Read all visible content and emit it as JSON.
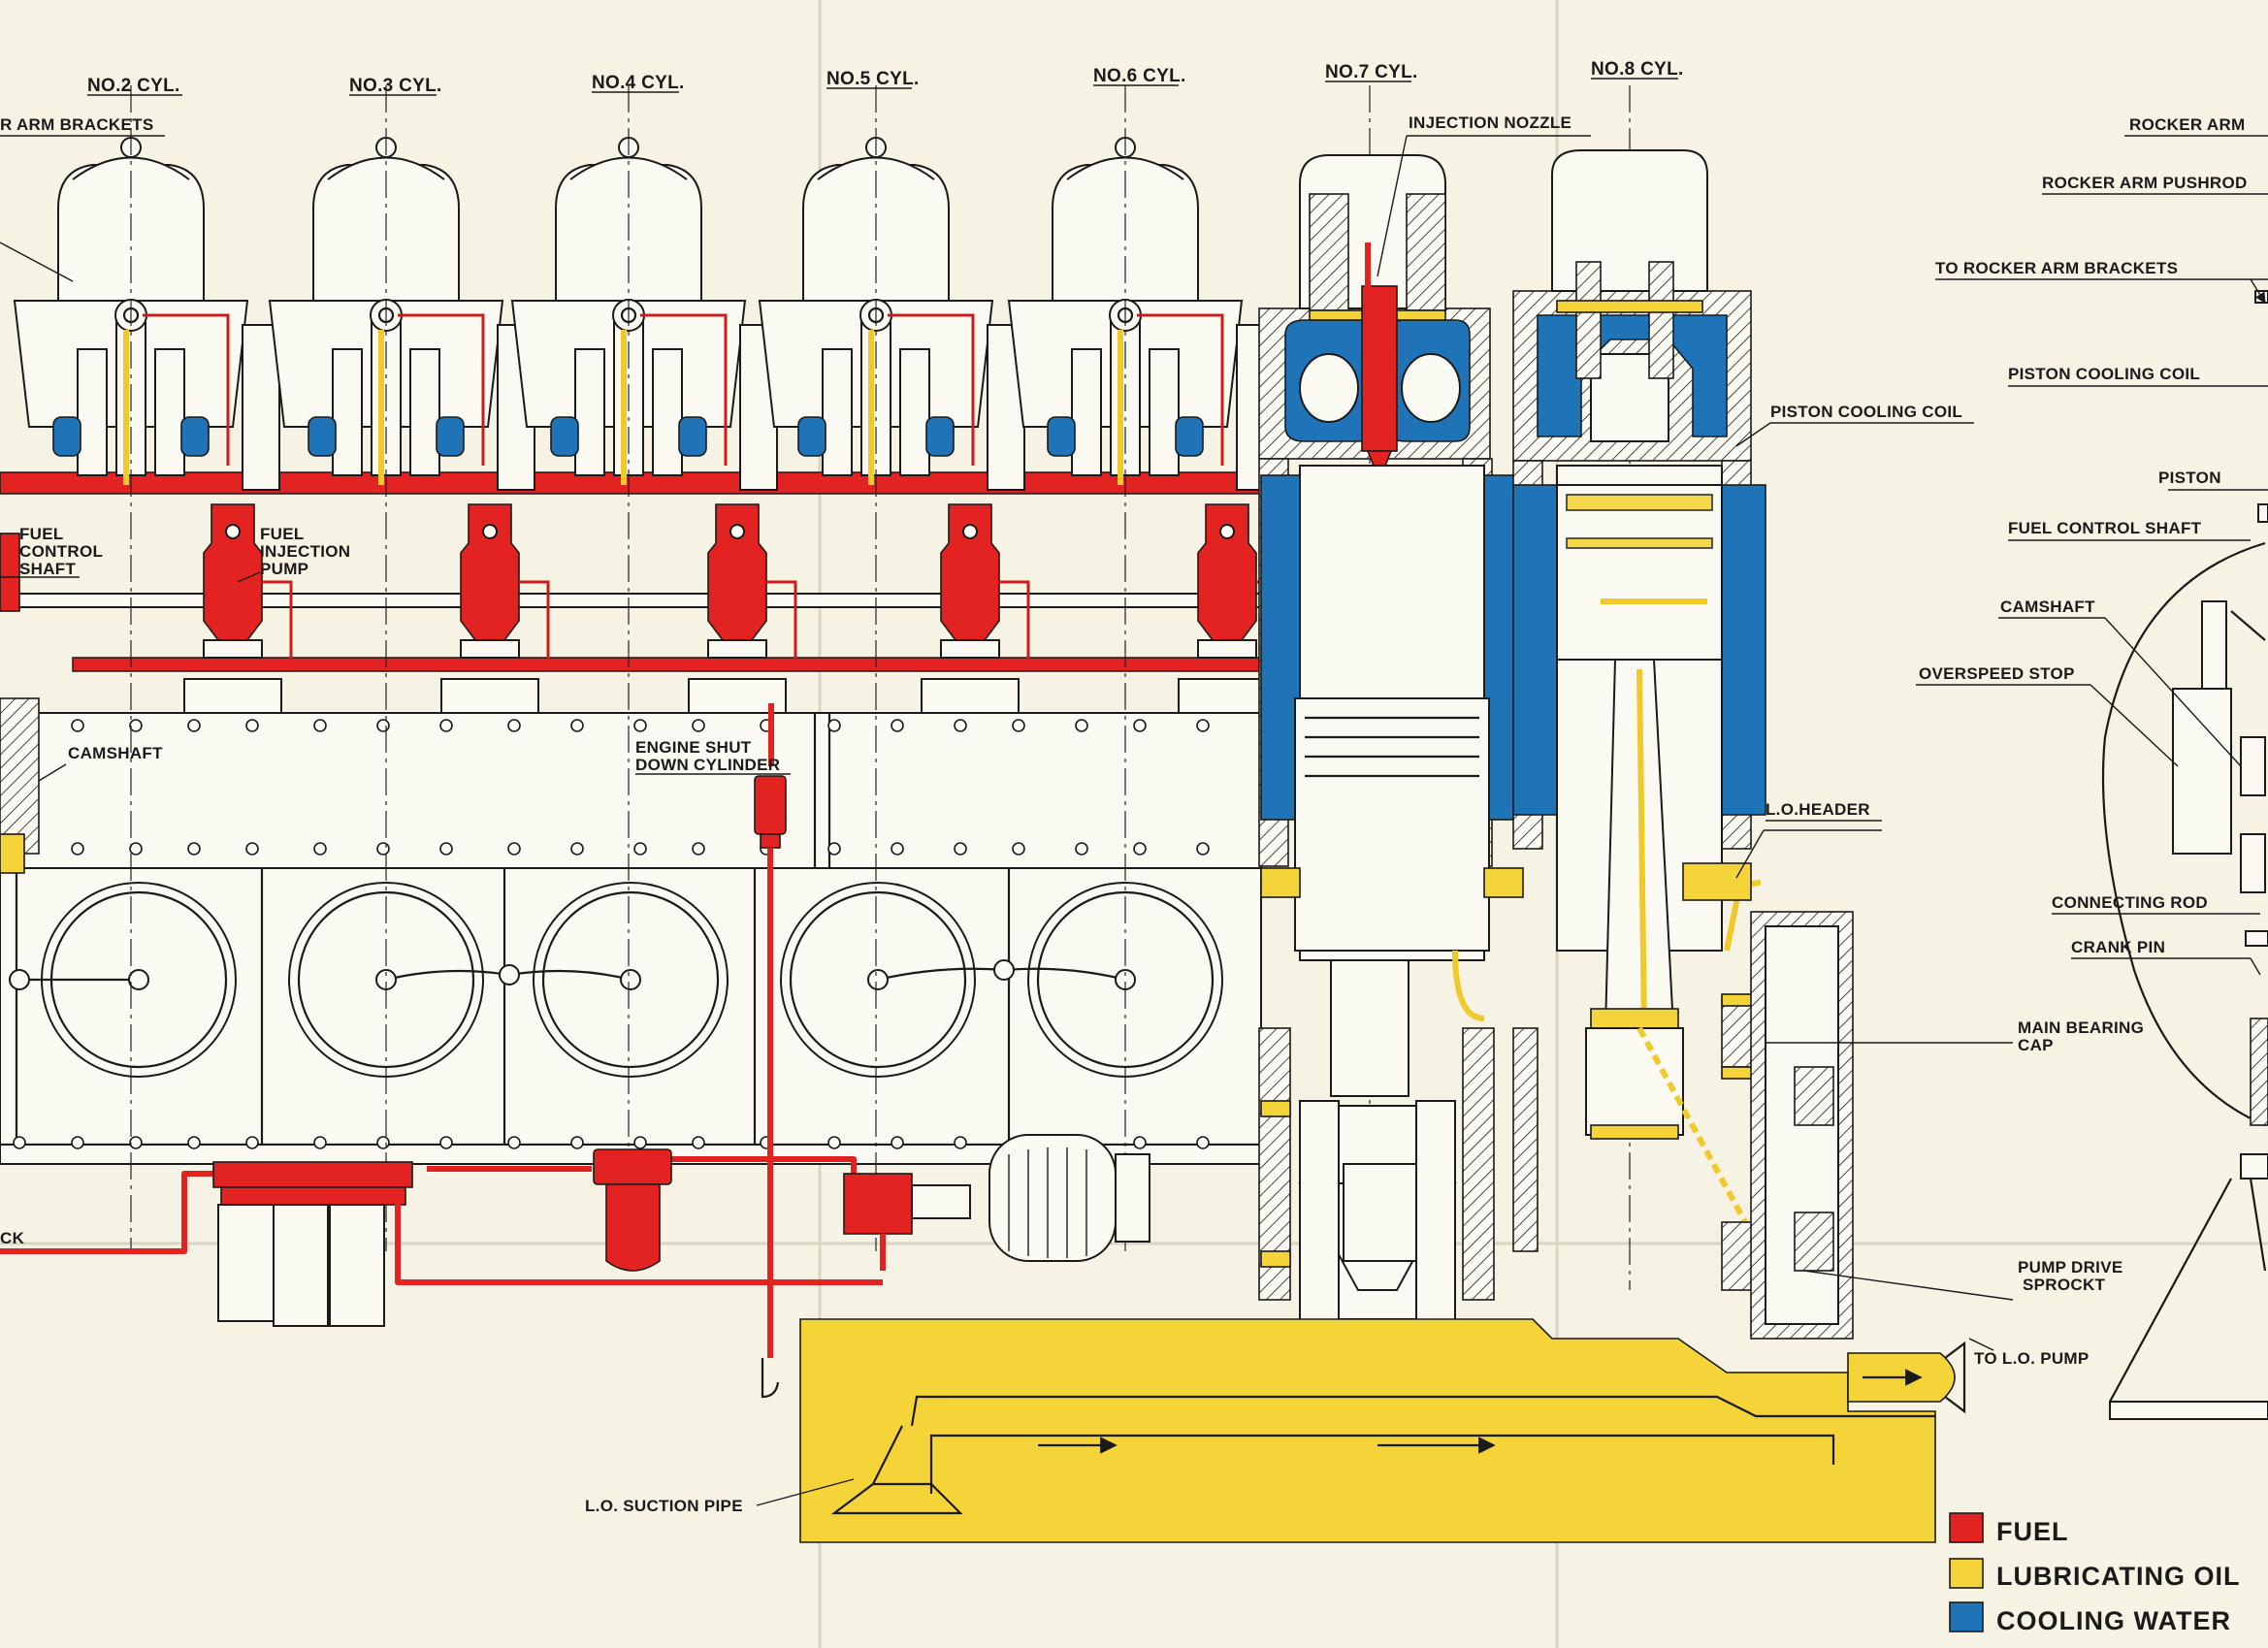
{
  "cylinders": {
    "no2": "NO.2 CYL.",
    "no3": "NO.3 CYL.",
    "no4": "NO.4 CYL.",
    "no5": "NO.5 CYL.",
    "no6": "NO.6 CYL.",
    "no7": "NO.7 CYL.",
    "no8": "NO.8 CYL."
  },
  "labels": {
    "rocker_arm_brackets_partial": "R ARM BRACKETS",
    "injection_nozzle": "INJECTION NOZZLE",
    "rocker_arm": "ROCKER ARM",
    "rocker_arm_pushrod": "ROCKER ARM PUSHROD",
    "to_rocker_arm_brackets": "TO ROCKER  ARM BRACKETS",
    "piston_cooling_coil_right": "PISTON COOLING COIL",
    "piston_cooling_coil_mid": "PISTON COOLING COIL",
    "piston": "PISTON",
    "fuel_control_shaft_right": "FUEL CONTROL SHAFT",
    "camshaft_right": "CAMSHAFT",
    "overspeed_stop": "OVERSPEED STOP",
    "lo_header": "L.O.HEADER",
    "connecting_rod": "CONNECTING ROD",
    "crank_pin": "CRANK PIN",
    "main_bearing_cap_1": "MAIN BEARING",
    "main_bearing_cap_2": "CAP",
    "pump_drive_sprocket_1": "PUMP DRIVE",
    "pump_drive_sprocket_2": "SPROCKT",
    "to_lo_pump": "TO L.O. PUMP",
    "lo_suction_pipe": "L.O. SUCTION PIPE",
    "engine_shut_down_1": "ENGINE SHUT",
    "engine_shut_down_2": "DOWN CYLINDER",
    "fuel_control_shaft_left_1": "FUEL",
    "fuel_control_shaft_left_2": "CONTROL",
    "fuel_control_shaft_left_3": "SHAFT",
    "fuel_injection_pump_1": "FUEL",
    "fuel_injection_pump_2": "INJECTION",
    "fuel_injection_pump_3": "PUMP",
    "camshaft_left": "CAMSHAFT",
    "ck_partial": "CK"
  },
  "legend": {
    "fuel": "FUEL",
    "lubricating_oil": "LUBRICATING  OIL",
    "cooling_water": "COOLING  WATER"
  },
  "colors": {
    "fuel": "#e32222",
    "lubricating_oil": "#f5d43a",
    "cooling_water": "#1f74b8",
    "paper": "#f6f3e4"
  }
}
